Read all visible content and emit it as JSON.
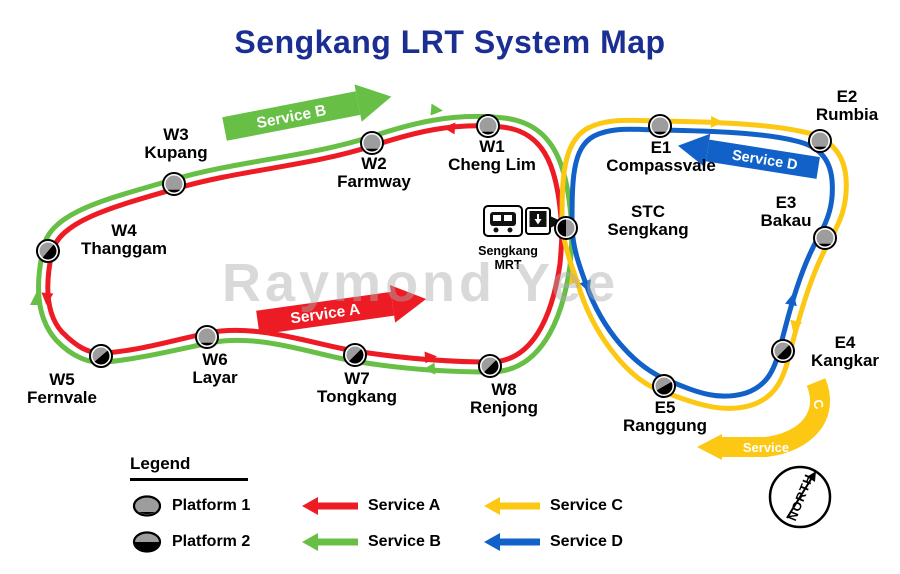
{
  "title": "Sengkang LRT System Map",
  "watermark": "Raymond Yee",
  "colors": {
    "title_text": "#1b2e92"
  },
  "stations": {
    "w1": {
      "code": "W1",
      "name": "Cheng Lim"
    },
    "w2": {
      "code": "W2",
      "name": "Farmway"
    },
    "w3": {
      "code": "W3",
      "name": "Kupang"
    },
    "w4": {
      "code": "W4",
      "name": "Thanggam"
    },
    "w5": {
      "code": "W5",
      "name": "Fernvale"
    },
    "w6": {
      "code": "W6",
      "name": "Layar"
    },
    "w7": {
      "code": "W7",
      "name": "Tongkang"
    },
    "w8": {
      "code": "W8",
      "name": "Renjong"
    },
    "stc": {
      "code": "STC",
      "name": "Sengkang"
    },
    "e1": {
      "code": "E1",
      "name": "Compassvale"
    },
    "e2": {
      "code": "E2",
      "name": "Rumbia"
    },
    "e3": {
      "code": "E3",
      "name": "Bakau"
    },
    "e4": {
      "code": "E4",
      "name": "Kangkar"
    },
    "e5": {
      "code": "E5",
      "name": "Ranggung"
    }
  },
  "mrt_interchange": {
    "line1": "Sengkang",
    "line2": "MRT"
  },
  "services": {
    "a": {
      "label": "Service A",
      "color": "#ed1c24"
    },
    "b": {
      "label": "Service B",
      "color": "#67bf45"
    },
    "c": {
      "label": "Service C",
      "color": "#fcc813"
    },
    "d": {
      "label": "Service D",
      "color": "#1161c9"
    },
    "c_split": {
      "word": "Service",
      "letter": "C"
    }
  },
  "legend": {
    "heading": "Legend",
    "platform1_label": "Platform 1",
    "platform2_label": "Platform 2"
  },
  "compass_label": "NORTH"
}
